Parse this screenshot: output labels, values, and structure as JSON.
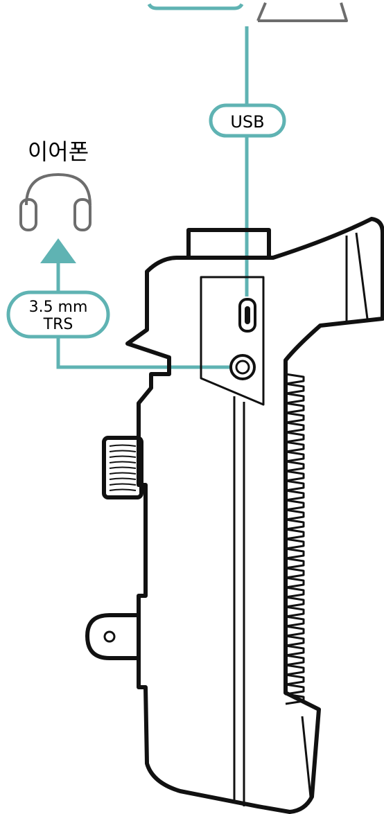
{
  "labels": {
    "usb": "USB",
    "headphones": "이어폰",
    "trs_line1": "3.5 mm",
    "trs_line2": "TRS"
  },
  "colors": {
    "cable": "#5fb3b3",
    "outline": "#111111",
    "icon_gray": "#6d6d6d",
    "background": "#ffffff"
  },
  "icons": [
    "headphones-icon",
    "usb-c-port-icon",
    "audio-jack-icon",
    "arrow-up-icon"
  ]
}
